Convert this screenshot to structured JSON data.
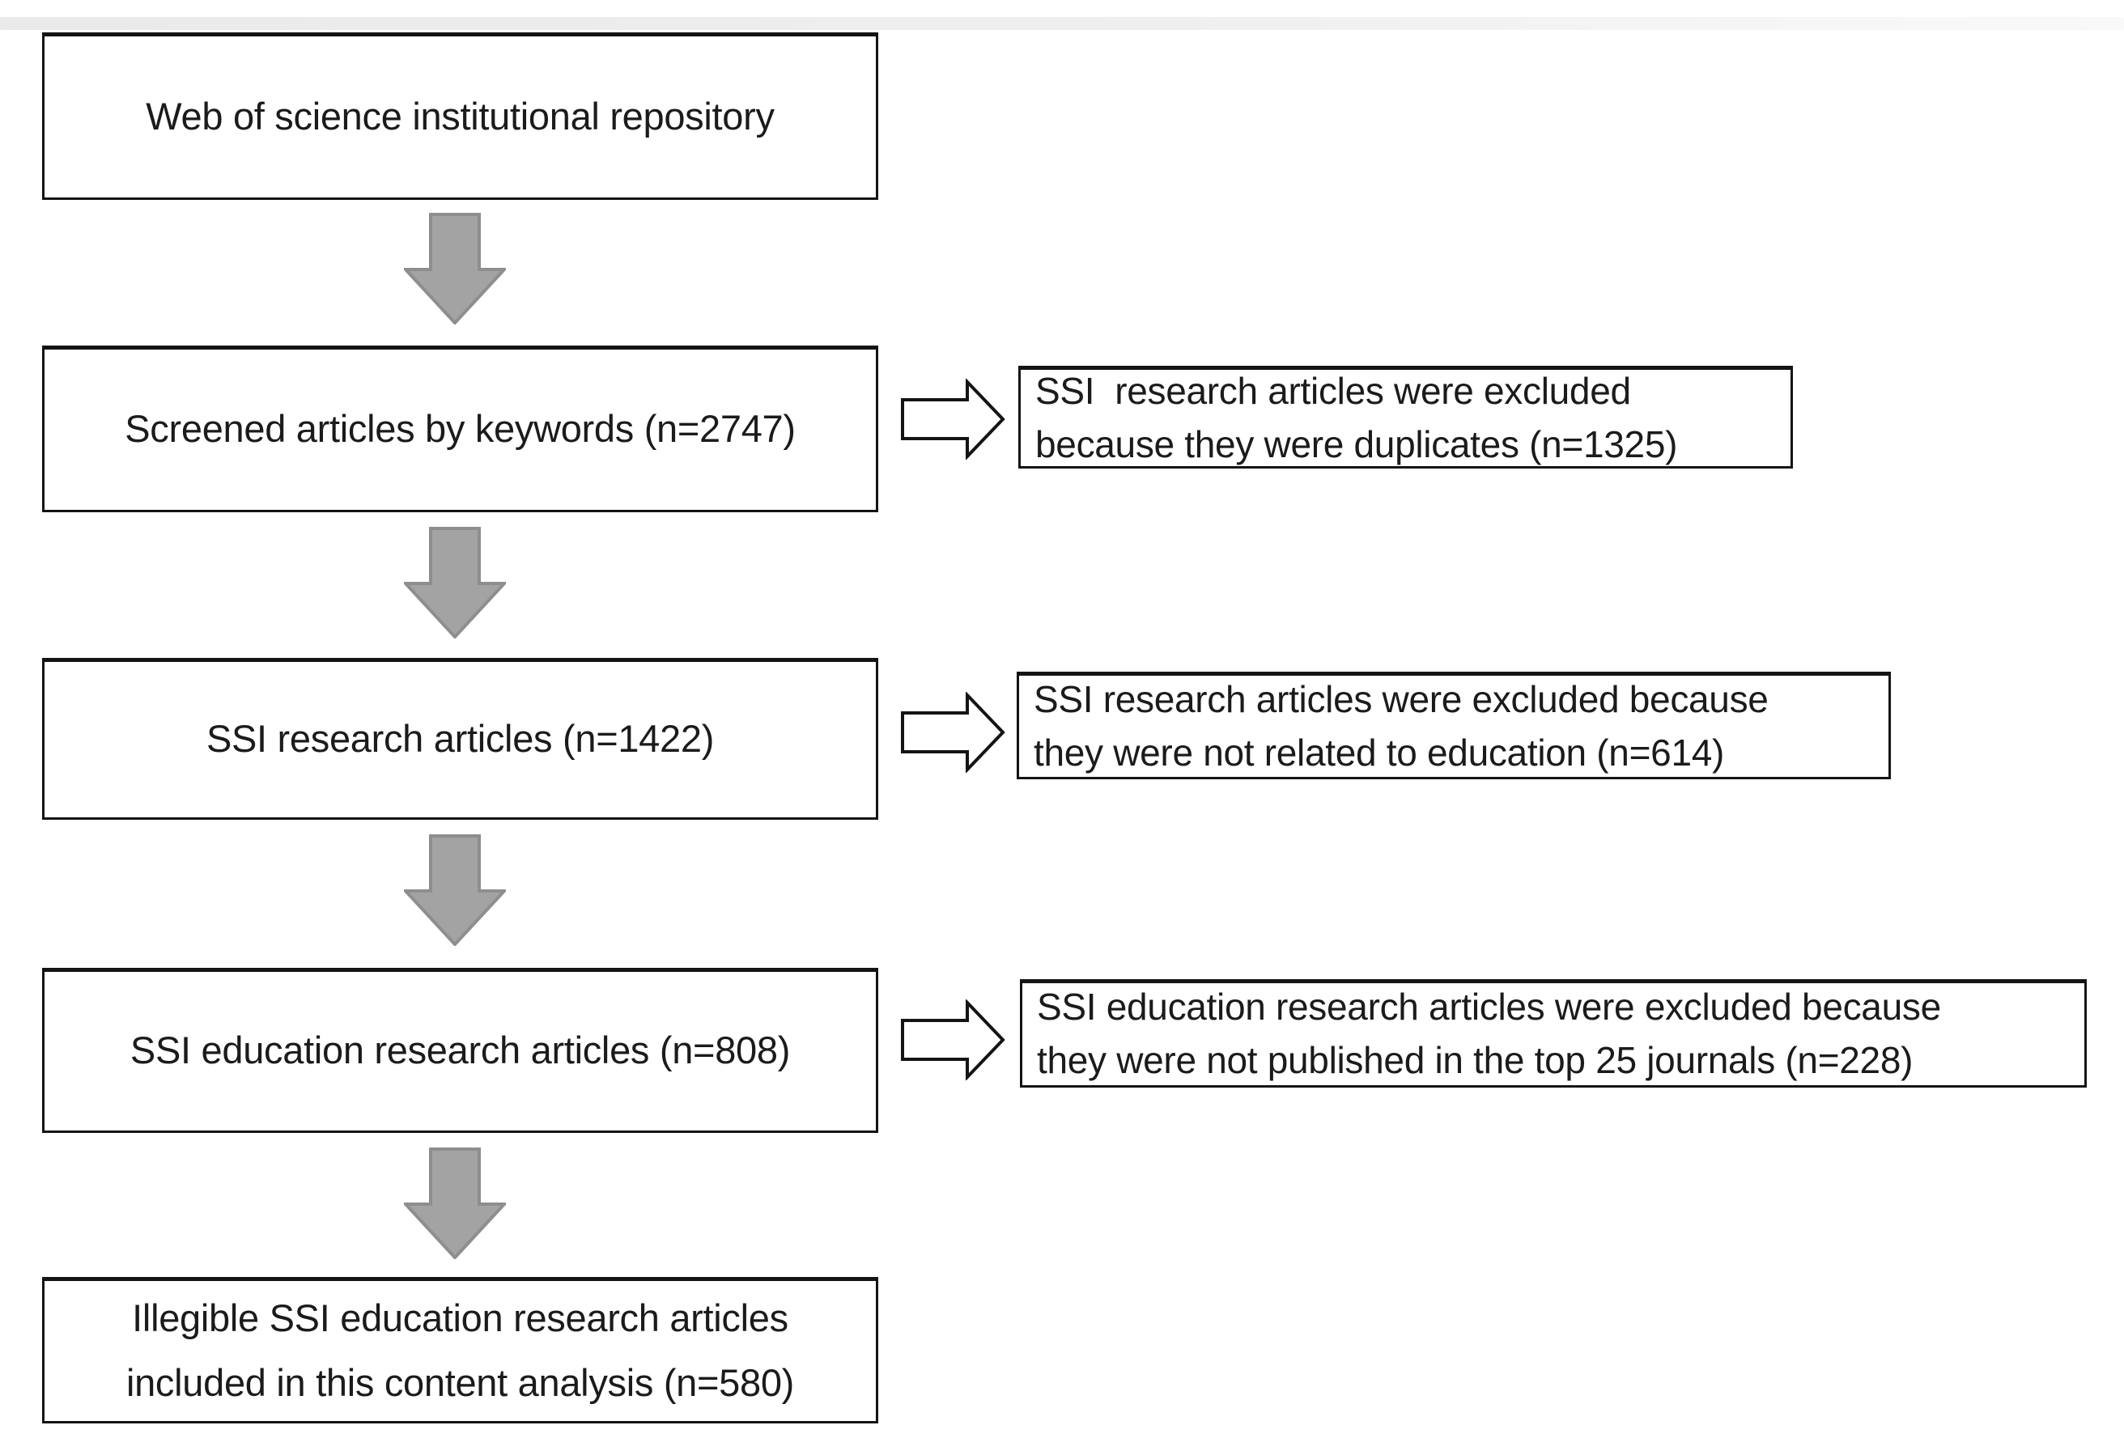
{
  "page": {
    "background": "#ffffff",
    "top_band_present": true
  },
  "flow": {
    "main_boxes": [
      {
        "id": "source",
        "lines": [
          "Web of science institutional repository"
        ]
      },
      {
        "id": "screened",
        "lines": [
          "Screened articles by keywords (n=2747)"
        ]
      },
      {
        "id": "ssi",
        "lines": [
          "SSI research articles (n=1422)"
        ]
      },
      {
        "id": "ssi-education",
        "lines": [
          "SSI education research articles (n=808)"
        ]
      },
      {
        "id": "included",
        "lines": [
          "Illegible SSI education research articles",
          "included in this content analysis (n=580)"
        ]
      }
    ],
    "exclusion_boxes": [
      {
        "id": "excluded-duplicates",
        "lines": [
          "SSI  research articles were excluded",
          "because they were duplicates (n=1325)"
        ]
      },
      {
        "id": "excluded-not-education",
        "lines": [
          "SSI research articles were excluded because",
          "they were not related to education (n=614)"
        ]
      },
      {
        "id": "excluded-not-top25",
        "lines": [
          "SSI education research articles were excluded because",
          "they were not published in the top 25 journals (n=228)"
        ]
      }
    ],
    "counts": {
      "screened": 2747,
      "duplicates_excluded": 1325,
      "ssi_research": 1422,
      "not_education_excluded": 614,
      "ssi_education": 808,
      "not_top25_excluded": 228,
      "included": 580
    },
    "colors": {
      "box_border": "#141414",
      "text": "#1b1b1b",
      "down_arrow_fill": "#a3a3a3",
      "down_arrow_stroke": "#8e8e8e",
      "side_arrow_fill": "#ffffff",
      "side_arrow_stroke": "#141414"
    }
  }
}
